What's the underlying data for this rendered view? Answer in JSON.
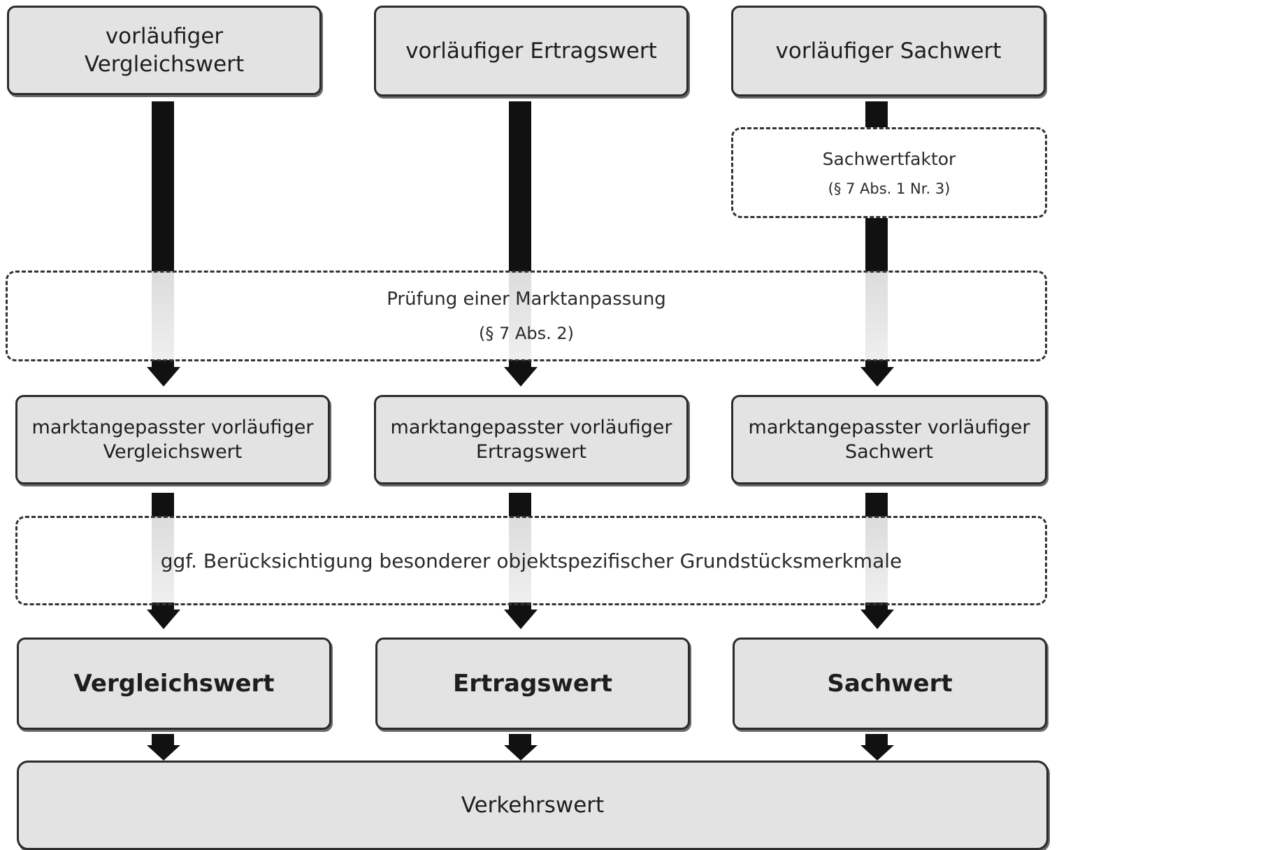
{
  "nodes": {
    "prelim_comparison": "vorläufiger\nVergleichswert",
    "prelim_income": "vorläufiger Ertragswert",
    "prelim_asset": "vorläufiger Sachwert",
    "adj_comparison": "marktangepasster vorläufiger\nVergleichswert",
    "adj_income": "marktangepasster vorläufiger\nErtragswert",
    "adj_asset": "marktangepasster vorläufiger\nSachwert",
    "comparison_value": "Vergleichswert",
    "income_value": "Ertragswert",
    "asset_value": "Sachwert",
    "market_value": "Verkehrswert"
  },
  "steps": {
    "asset_factor_label": "Sachwertfaktor",
    "asset_factor_ref": "(§ 7 Abs. 1 Nr. 3)",
    "market_adjustment_label": "Prüfung einer Marktanpassung",
    "market_adjustment_ref": "(§ 7 Abs. 2)",
    "special_features_label": "ggf. Berücksichtigung besonderer objektspezifischer Grundstücksmerkmale"
  }
}
